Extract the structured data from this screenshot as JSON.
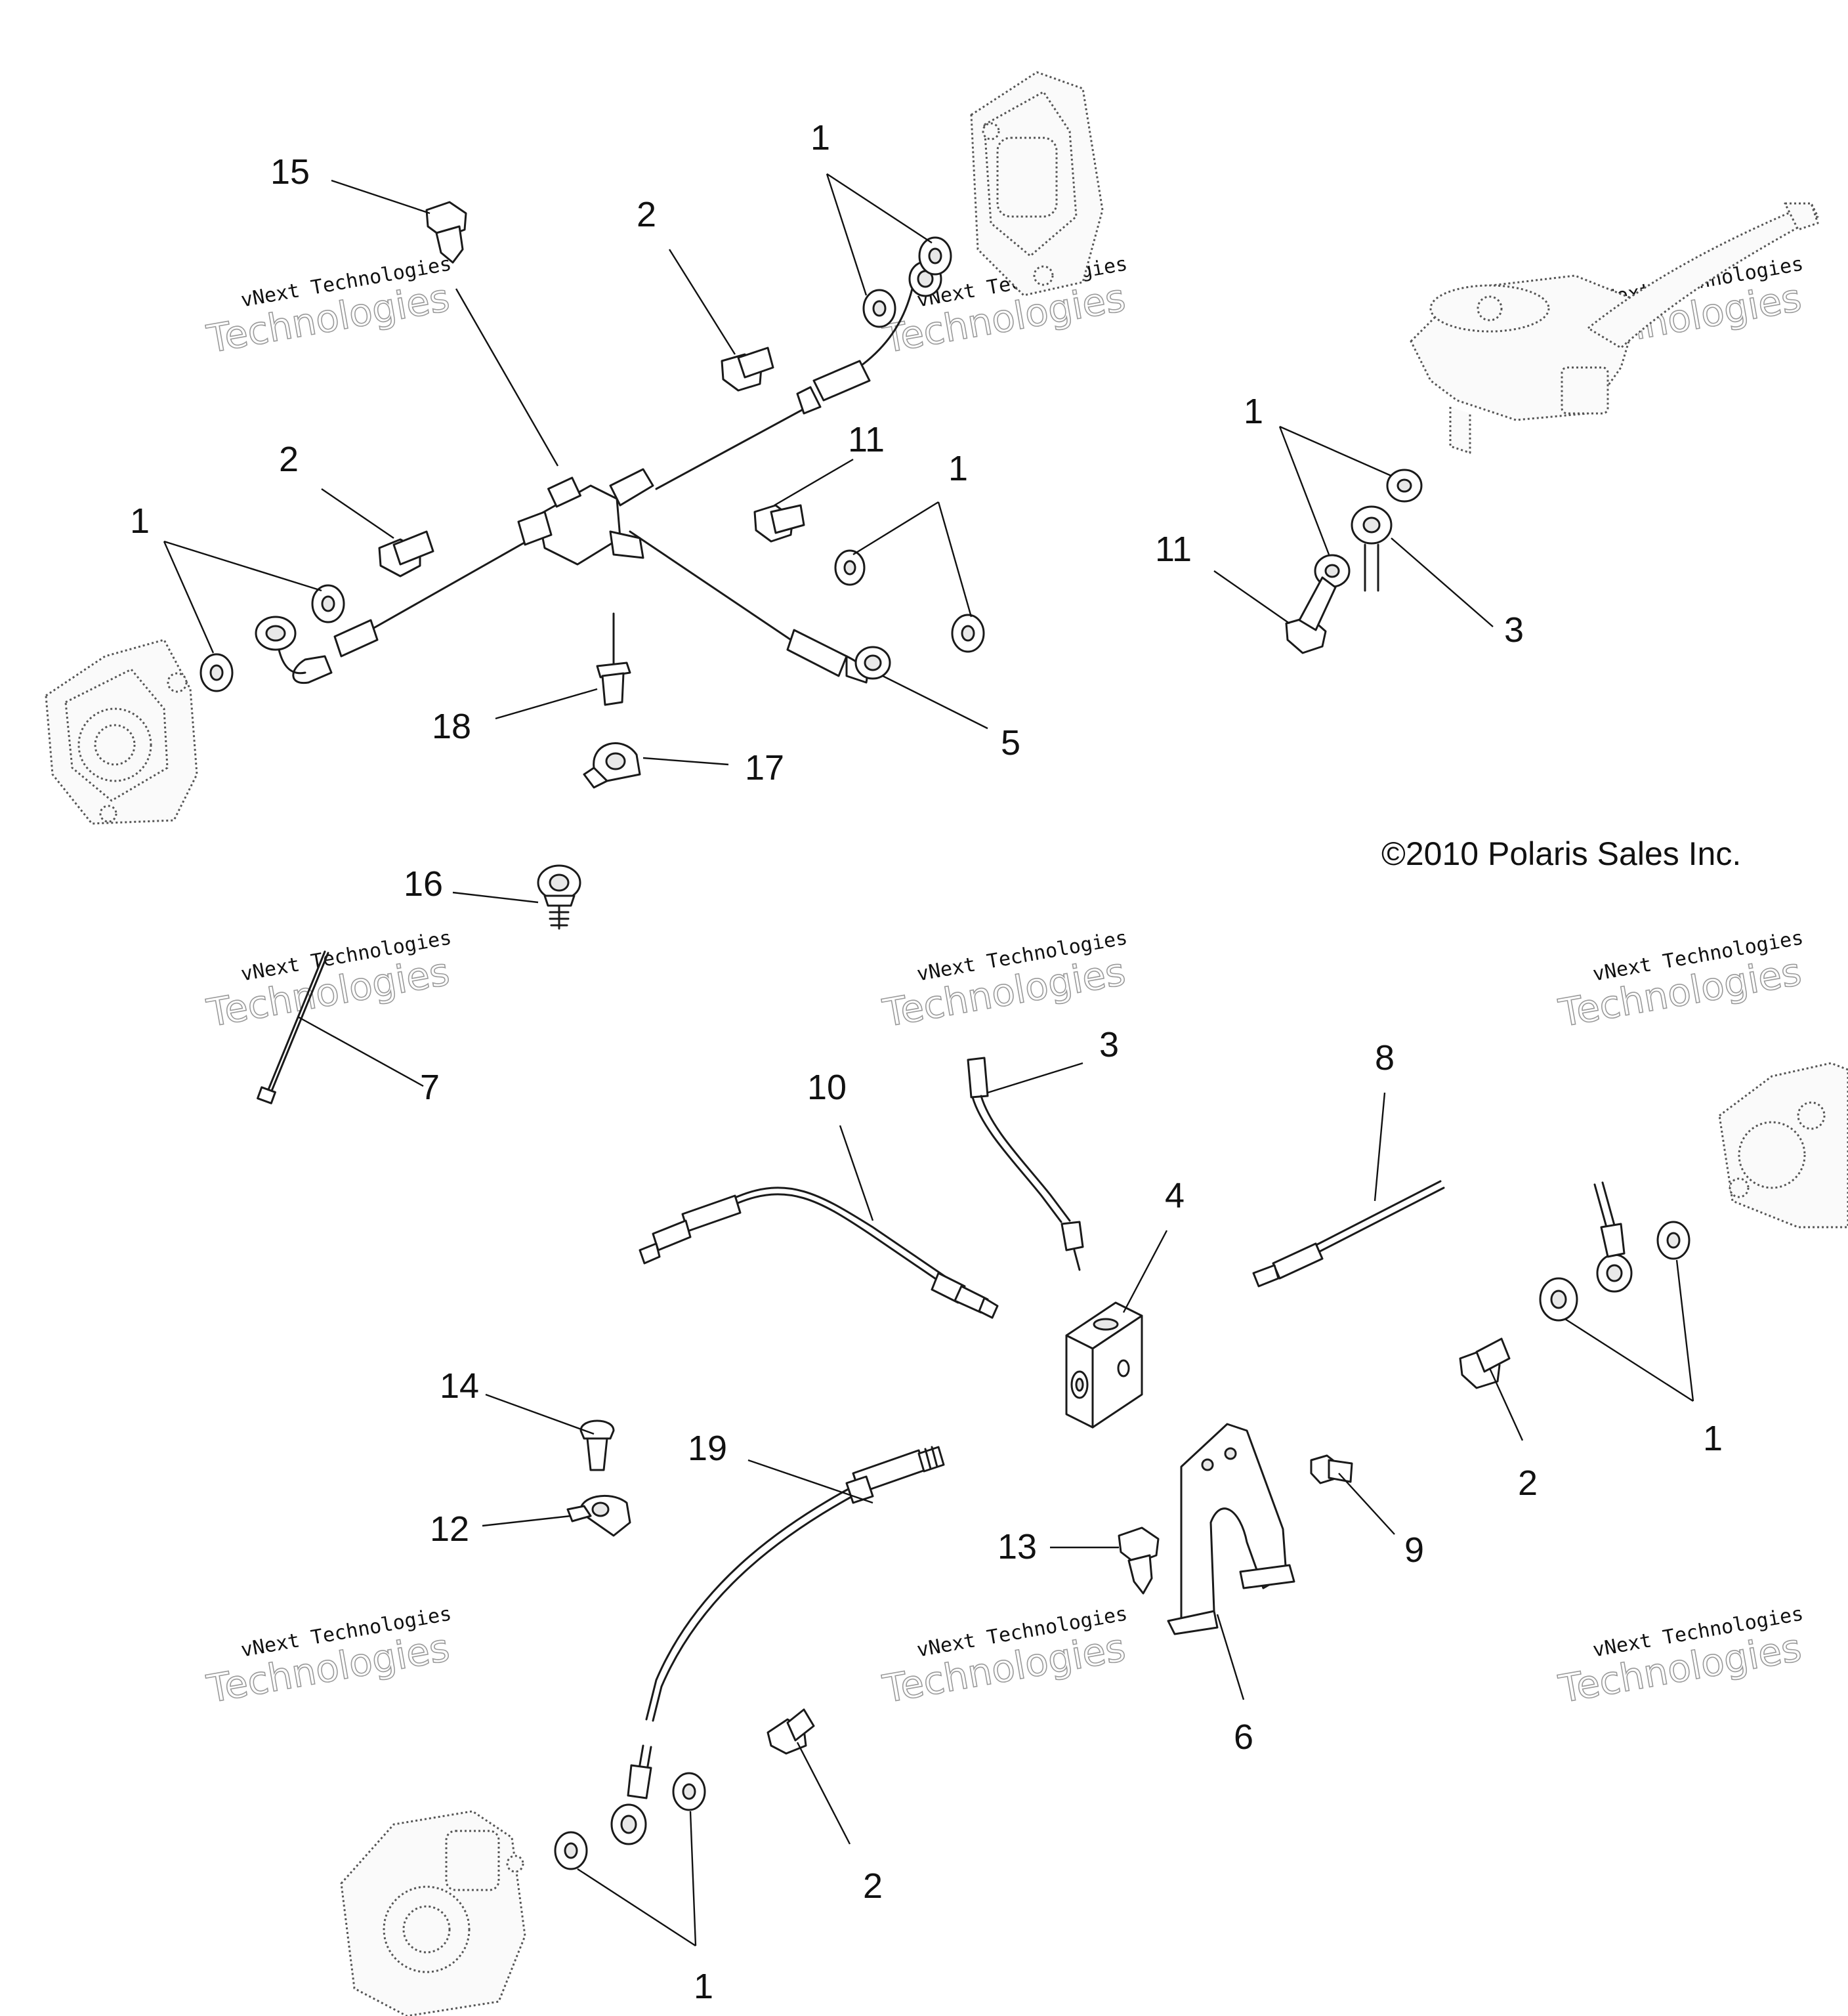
{
  "diagram": {
    "copyright": "©2010 Polaris Sales Inc.",
    "watermark": {
      "line1": "vNext Technologies",
      "line2": "Technologies",
      "ghost": "vNext"
    },
    "callouts": [
      {
        "id": "c15",
        "label": "15"
      },
      {
        "id": "c2a",
        "label": "2"
      },
      {
        "id": "c1a",
        "label": "1"
      },
      {
        "id": "c2b",
        "label": "2"
      },
      {
        "id": "c1b",
        "label": "1"
      },
      {
        "id": "c11a",
        "label": "11"
      },
      {
        "id": "c1c",
        "label": "1"
      },
      {
        "id": "c18",
        "label": "18"
      },
      {
        "id": "c17",
        "label": "17"
      },
      {
        "id": "c5",
        "label": "5"
      },
      {
        "id": "c1d",
        "label": "1"
      },
      {
        "id": "c11b",
        "label": "11"
      },
      {
        "id": "c3a",
        "label": "3"
      },
      {
        "id": "c16",
        "label": "16"
      },
      {
        "id": "c7",
        "label": "7"
      },
      {
        "id": "c3b",
        "label": "3"
      },
      {
        "id": "c10",
        "label": "10"
      },
      {
        "id": "c8",
        "label": "8"
      },
      {
        "id": "c4",
        "label": "4"
      },
      {
        "id": "c14",
        "label": "14"
      },
      {
        "id": "c12",
        "label": "12"
      },
      {
        "id": "c19",
        "label": "19"
      },
      {
        "id": "c13",
        "label": "13"
      },
      {
        "id": "c9",
        "label": "9"
      },
      {
        "id": "c6",
        "label": "6"
      },
      {
        "id": "c2c",
        "label": "2"
      },
      {
        "id": "c1e",
        "label": "1"
      },
      {
        "id": "c2d",
        "label": "2"
      },
      {
        "id": "c1f",
        "label": "1"
      }
    ]
  }
}
